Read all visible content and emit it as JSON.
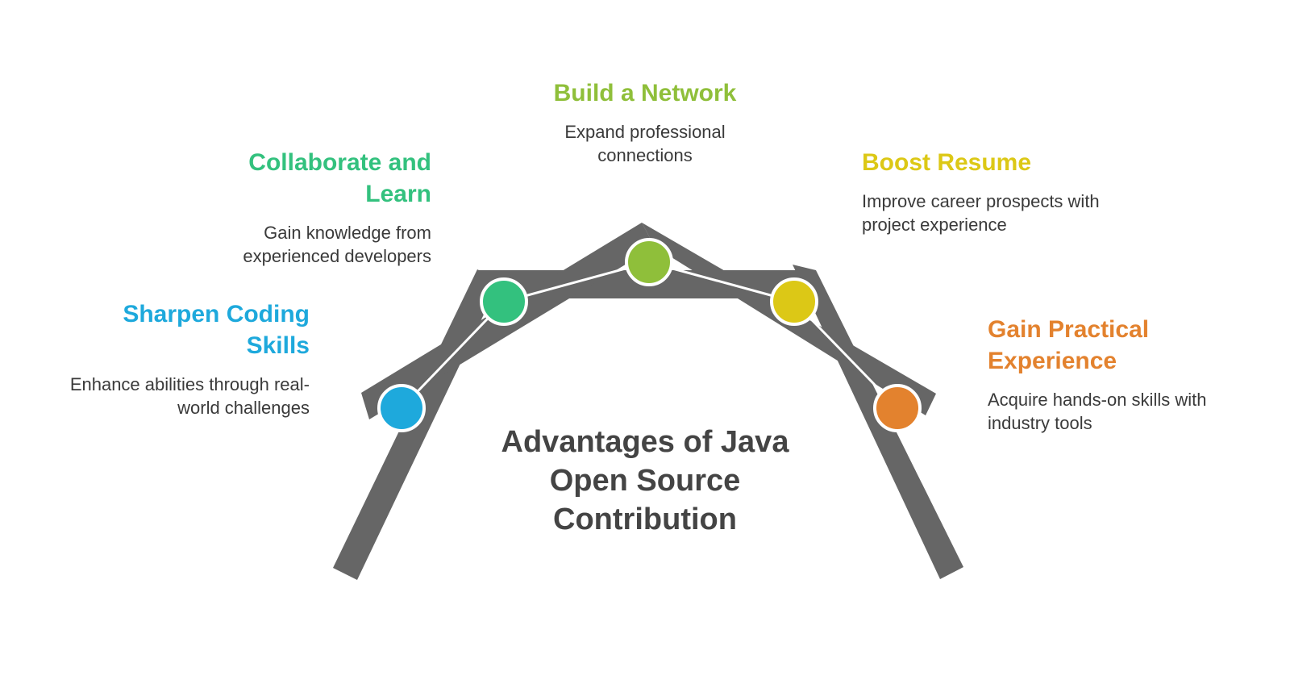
{
  "title": "Advantages of Java Open Source Contribution",
  "benefits": [
    {
      "title": "Sharpen Coding Skills",
      "description": "Enhance abilities through real-world challenges",
      "color": "#1EA9DC"
    },
    {
      "title": "Collaborate and Learn",
      "description": "Gain knowledge from experienced developers",
      "color": "#33C17E"
    },
    {
      "title": "Build a Network",
      "description": "Expand professional connections",
      "color": "#8FBF3A"
    },
    {
      "title": "Boost Resume",
      "description": "Improve career prospects with project experience",
      "color": "#DCC816"
    },
    {
      "title": "Gain Practical Experience",
      "description": "Acquire hands-on skills with industry tools",
      "color": "#E3822E"
    }
  ],
  "structure_color": "#666666"
}
